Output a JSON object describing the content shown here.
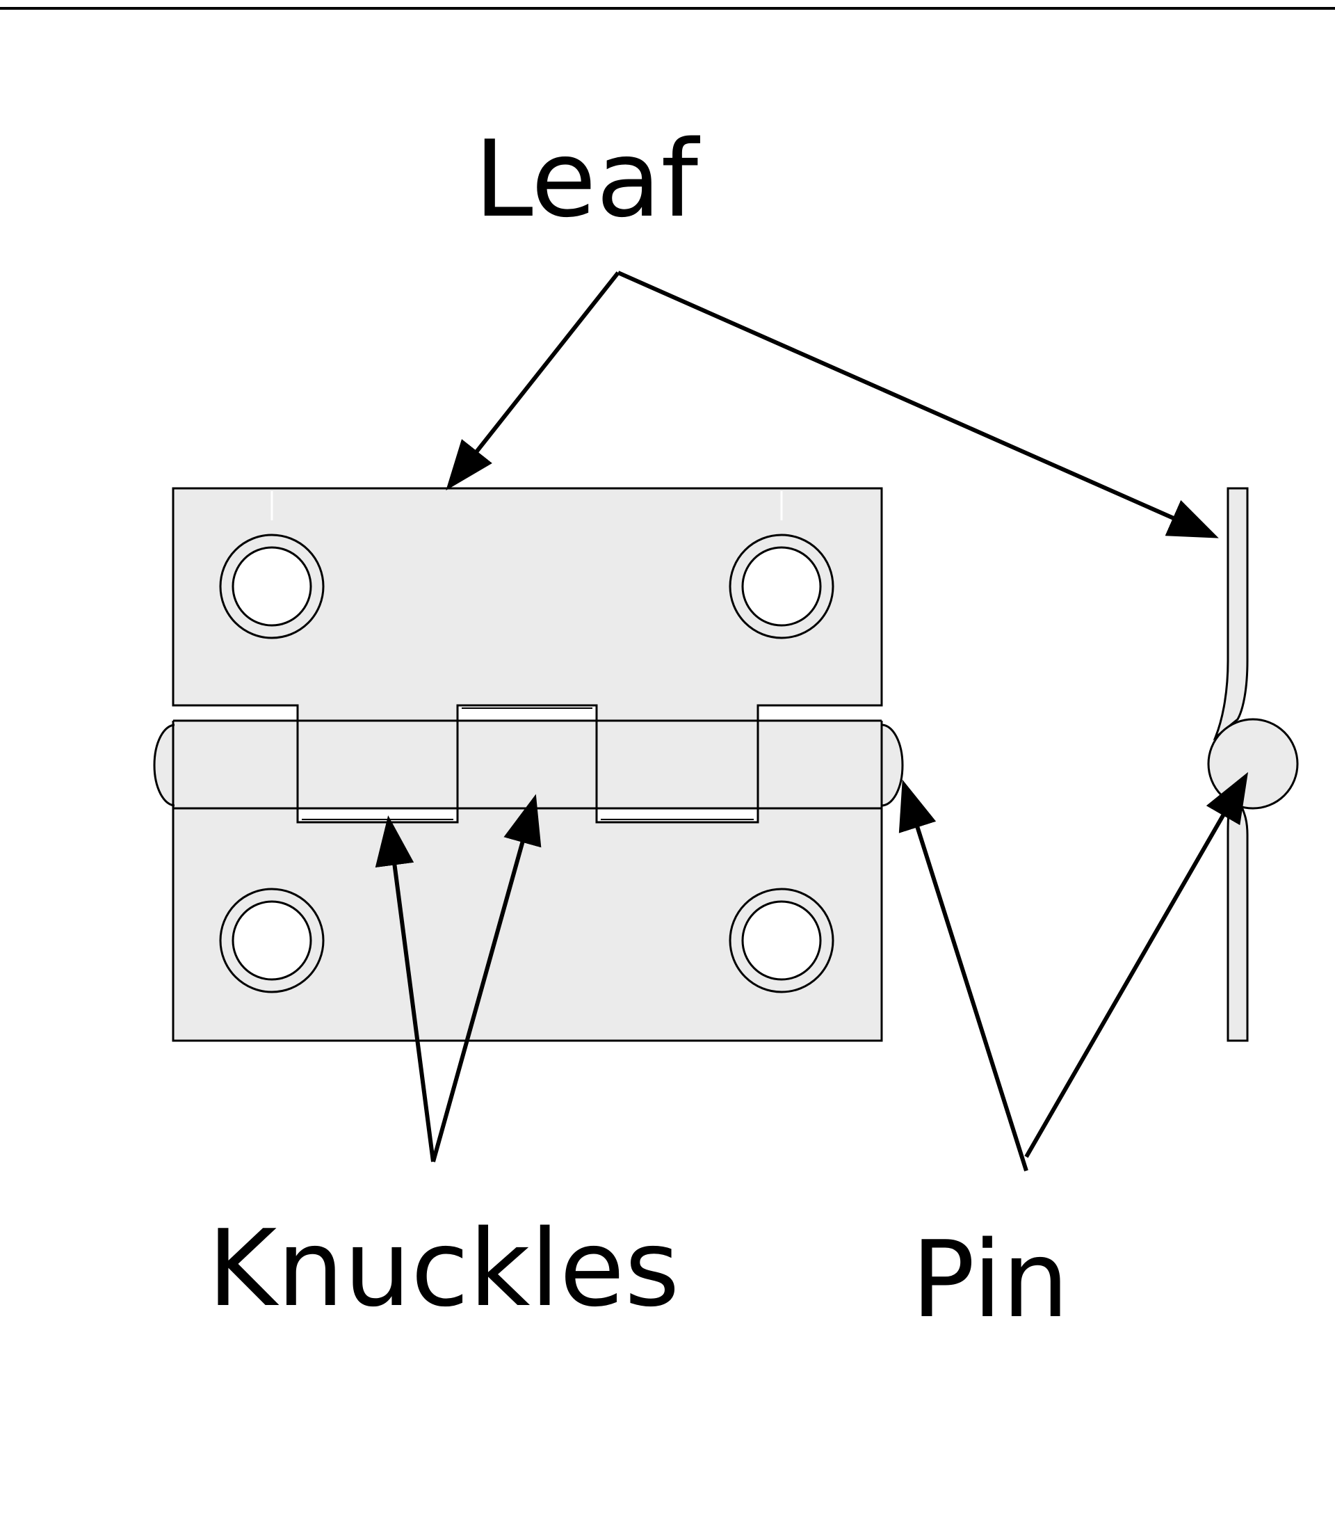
{
  "labels": {
    "leaf": "Leaf",
    "knuckles": "Knuckles",
    "pin": "Pin"
  },
  "colors": {
    "background": "#ffffff",
    "outline": "#000000",
    "metal_fill": "#ebebeb",
    "hole_fill": "#ffffff"
  }
}
